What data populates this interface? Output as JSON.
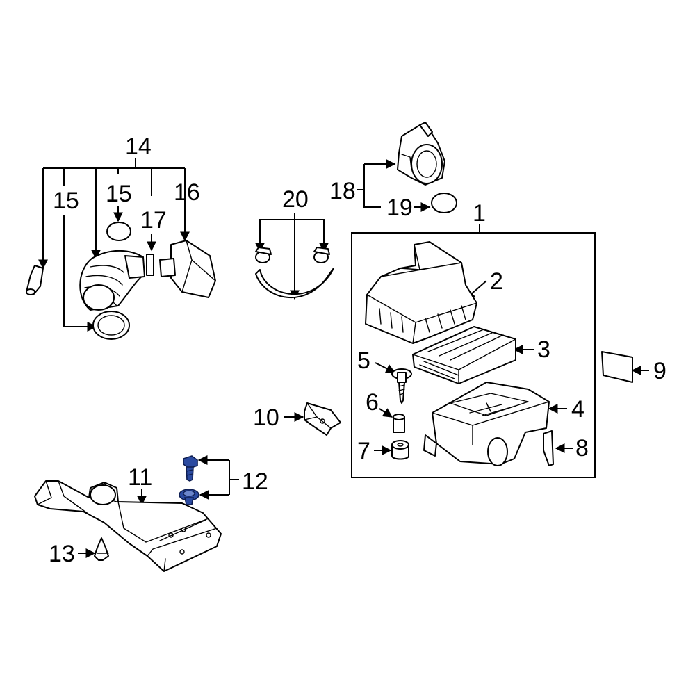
{
  "callouts": {
    "c1": "1",
    "c2": "2",
    "c3": "3",
    "c4": "4",
    "c5": "5",
    "c6": "6",
    "c7": "7",
    "c8": "8",
    "c9": "9",
    "c10": "10",
    "c11": "11",
    "c12": "12",
    "c13": "13",
    "c14": "14",
    "c15a": "15",
    "c15b": "15",
    "c16": "16",
    "c17": "17",
    "c18": "18",
    "c19": "19",
    "c20": "20"
  },
  "colors": {
    "highlight": "#2b4aa0",
    "line": "#000000",
    "background": "#ffffff"
  }
}
